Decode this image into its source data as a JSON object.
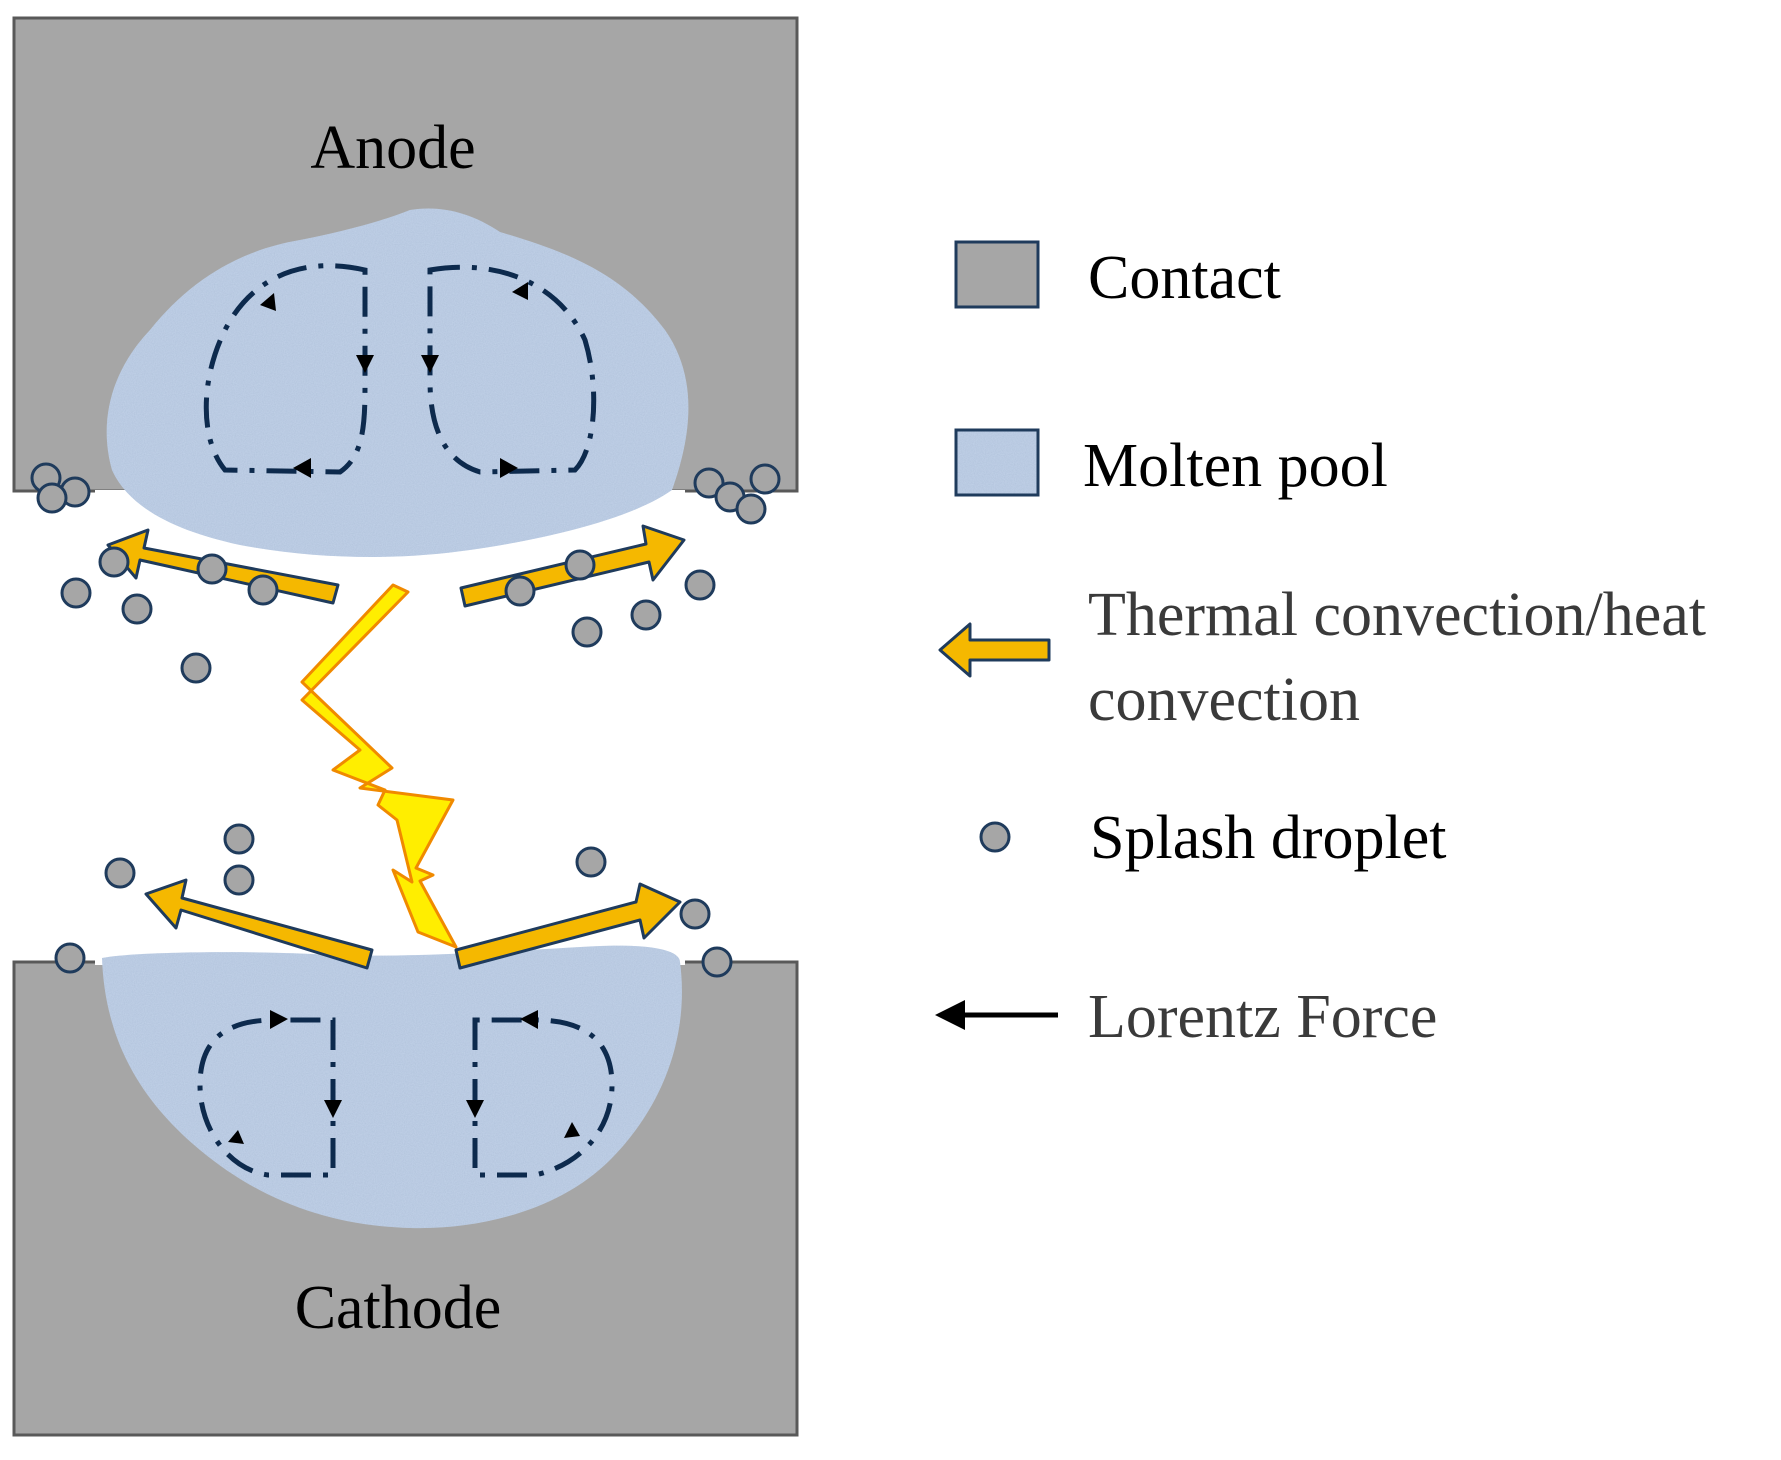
{
  "labels": {
    "anode": "Anode",
    "cathode": "Cathode"
  },
  "legend": {
    "contact": "Contact",
    "molten_pool": "Molten pool",
    "thermal_line1": "Thermal convection/heat",
    "thermal_line2": "convection",
    "splash": "Splash droplet",
    "lorentz": "Lorentz Force"
  },
  "colors": {
    "contact_fill": "#a6a6a6",
    "contact_stroke": "#595959",
    "pool_fill": "#c3d3e9",
    "pool_outline": "#1f3b5c",
    "flow_line": "#0d2a4d",
    "arrow_fill": "#f5b800",
    "arrow_stroke": "#1f3b5c",
    "arc_fill": "#ffee00",
    "arc_stroke": "#f08a00",
    "droplet_fill": "#a6a6a6",
    "droplet_stroke": "#1f3b5c",
    "text": "#000000",
    "text_gray": "#3a3a3a"
  }
}
